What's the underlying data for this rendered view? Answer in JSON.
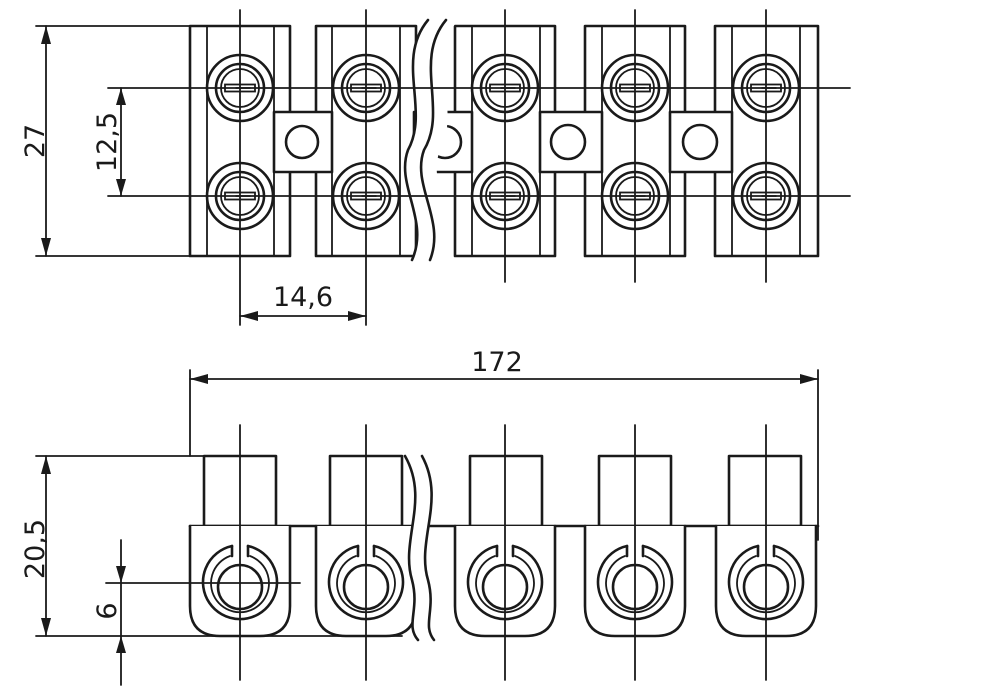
{
  "dimensions": {
    "height_top": "27",
    "pitch_vertical": "12,5",
    "pitch_horizontal": "14,6",
    "total_length": "172",
    "height_side": "20,5",
    "hole_height": "6"
  },
  "counts": {
    "terminals_per_row": 5,
    "rows_top_view": 2
  }
}
